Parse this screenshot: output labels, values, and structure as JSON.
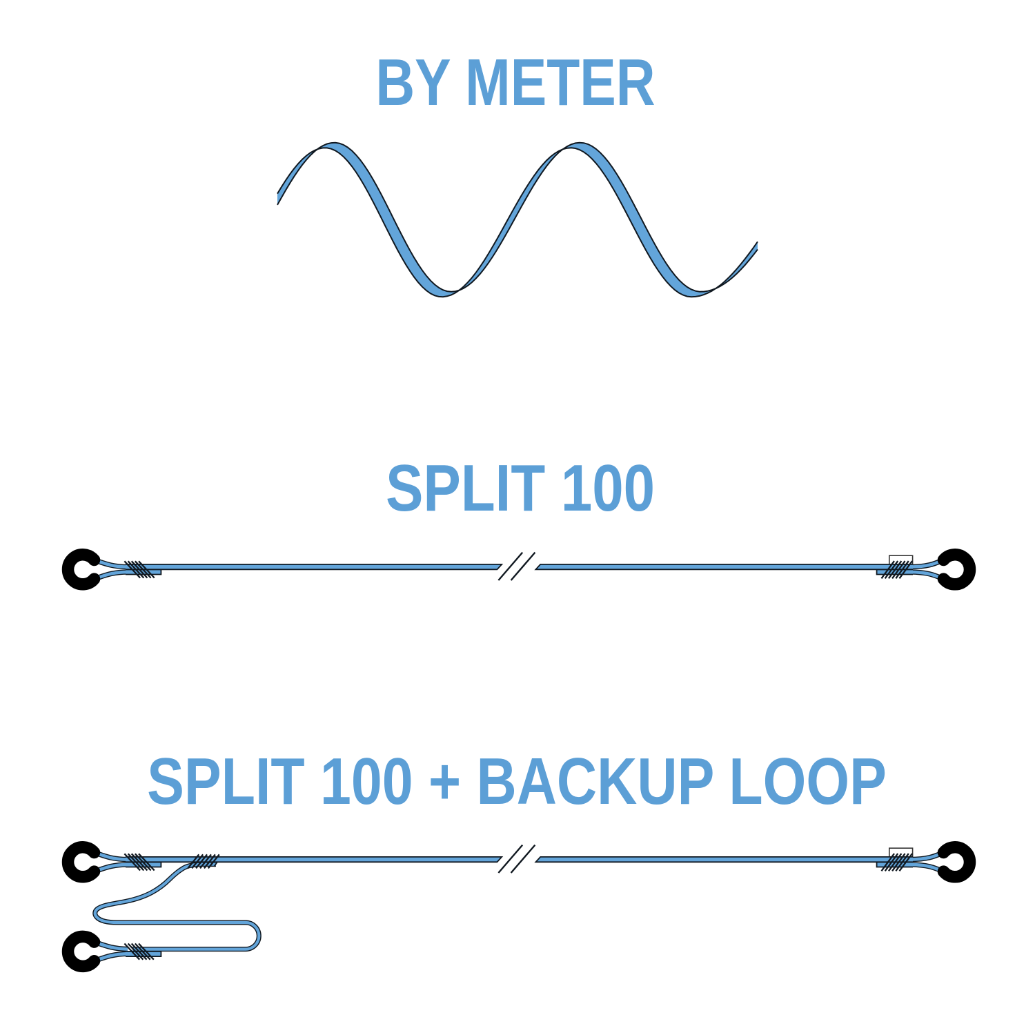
{
  "page": {
    "background": "#ffffff"
  },
  "colors": {
    "title_blue": "#5c9fd6",
    "rope_fill": "#63a5da",
    "rope_outline": "#101820",
    "eye_black": "#000000",
    "tag_fill": "#ffffff",
    "tag_stroke": "#333333"
  },
  "sections": [
    {
      "id": "by-meter",
      "title": "BY METER",
      "figure": "rope-wave"
    },
    {
      "id": "split-100",
      "title": "SPLIT 100",
      "figure": "rope-with-eye-splices",
      "parts": [
        "rope-eye-left",
        "splice-stitching-left",
        "length-break-mark",
        "splice-stitching-right",
        "product-tag",
        "rope-eye-right"
      ]
    },
    {
      "id": "split-100-backup-loop",
      "title": "SPLIT 100 + BACKUP LOOP",
      "figure": "rope-with-eye-splices-and-backup-loop",
      "parts": [
        "rope-eye-left",
        "splice-stitching-left",
        "backup-loop-attachment-stitching",
        "length-break-mark",
        "splice-stitching-right",
        "product-tag",
        "rope-eye-right",
        "backup-loop",
        "rope-eye-backup"
      ]
    }
  ]
}
